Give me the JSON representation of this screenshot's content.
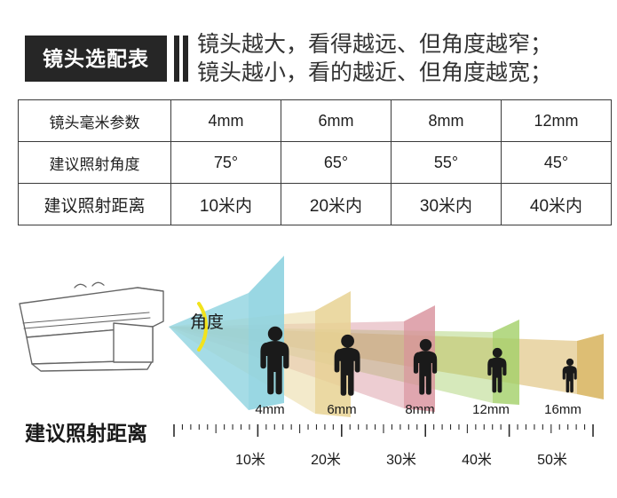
{
  "header": {
    "badge_label": "镜头选配表",
    "lines": [
      "镜头越大，看得越远、但角度越窄；",
      "镜头越小，看的越近、但角度越宽；"
    ]
  },
  "table": {
    "rows": [
      {
        "head": "镜头毫米参数",
        "values": [
          "4mm",
          "6mm",
          "8mm",
          "12mm"
        ]
      },
      {
        "head": "建议照射角度",
        "values": [
          "75°",
          "65°",
          "55°",
          "45°"
        ]
      },
      {
        "head": "建议照射距离",
        "values": [
          "10米内",
          "20米内",
          "30米内",
          "40米内"
        ]
      }
    ]
  },
  "diagram": {
    "angle_label": "角度",
    "distance_caption": "建议照射距离",
    "lens_labels": [
      "4mm",
      "6mm",
      "8mm",
      "12mm",
      "16mm"
    ],
    "ruler_labels": [
      "10米",
      "20米",
      "30米",
      "40米",
      "50米"
    ],
    "beam_colors": {
      "4mm": "#8ED3E0",
      "6mm": "#EBDCA8",
      "8mm": "#D8909B",
      "12mm": "#A3CF68",
      "16mm": "#D6B055"
    },
    "angle_arc_color": "#F2E31C",
    "person_color": "#1a1a1a",
    "camera_outline_color": "#555555"
  },
  "chart_data": {
    "type": "diagram",
    "title": "镜头选配表",
    "categories": [
      "4mm",
      "6mm",
      "8mm",
      "12mm",
      "16mm"
    ],
    "series": [
      {
        "name": "建议照射角度",
        "values": [
          75,
          65,
          55,
          45,
          null
        ],
        "unit": "°"
      },
      {
        "name": "建议照射距离",
        "values": [
          10,
          20,
          30,
          40,
          50
        ],
        "unit": "米"
      }
    ],
    "xlabel": "建议照射距离",
    "ruler_ticks": [
      10,
      20,
      30,
      40,
      50
    ],
    "ruler_unit": "米"
  }
}
